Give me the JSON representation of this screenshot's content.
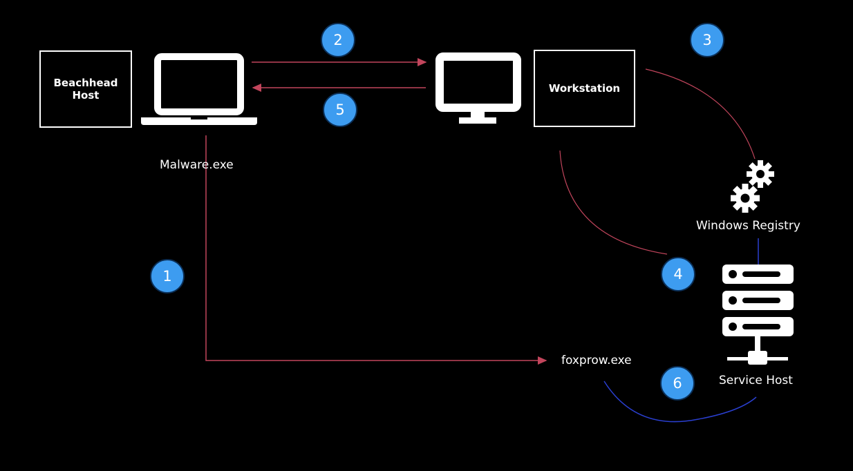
{
  "nodes": {
    "beachhead": "Beachhead\nHost",
    "workstation": "Workstation",
    "malware": "Malware.exe",
    "registry": "Windows Registry",
    "foxprow": "foxprow.exe",
    "service_host": "Service Host"
  },
  "steps": [
    "1",
    "2",
    "3",
    "4",
    "5",
    "6"
  ],
  "colors": {
    "background": "#000000",
    "arrow_red": "#c2455c",
    "line_blue": "#2a3fd0",
    "badge_fill": "#3d9cf0",
    "foreground": "#ffffff"
  },
  "icons": [
    "laptop-icon",
    "monitor-icon",
    "gears-icon",
    "server-icon"
  ]
}
